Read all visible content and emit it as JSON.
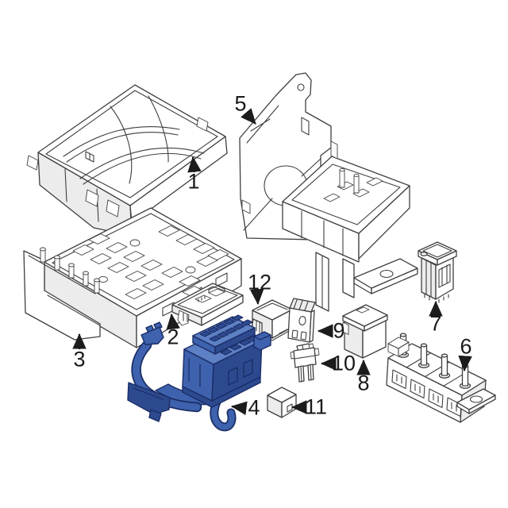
{
  "diagram": {
    "kind": "exploded-parts-line-drawing",
    "callouts": [
      {
        "label": "1"
      },
      {
        "label": "2"
      },
      {
        "label": "3"
      },
      {
        "label": "4"
      },
      {
        "label": "5"
      },
      {
        "label": "6"
      },
      {
        "label": "7"
      },
      {
        "label": "8"
      },
      {
        "label": "9"
      },
      {
        "label": "10"
      },
      {
        "label": "11"
      },
      {
        "label": "12"
      }
    ]
  },
  "colors": {
    "background": "#ffffff",
    "line_color": "#3f3f3f",
    "label_color": "#1a1a1a",
    "highlight_fill": "#3e62ad",
    "highlight_line": "#1b2d66",
    "highlight_light": "#5e80c4",
    "highlight_dark": "#2d4a8f"
  }
}
